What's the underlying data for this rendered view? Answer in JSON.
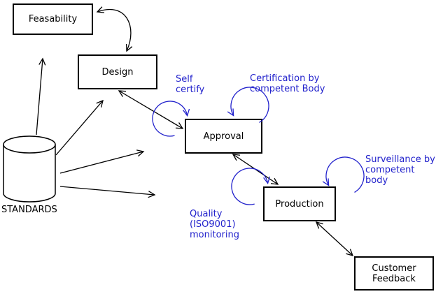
{
  "diagram": {
    "boxes": {
      "feasability": {
        "label": "Feasability"
      },
      "design": {
        "label": "Design"
      },
      "approval": {
        "label": "Approval"
      },
      "production": {
        "label": "Production"
      },
      "customer_feedback": {
        "label": "Customer Feedback"
      }
    },
    "cylinder": {
      "label": "STANDARDS"
    },
    "annotations": {
      "self_certify": {
        "label": "Self certify"
      },
      "certification": {
        "label": "Certification by competent Body"
      },
      "surveillance": {
        "label": "Surveillance by competent body"
      },
      "quality": {
        "label": "Quality (ISO9001) monitoring"
      }
    },
    "colors": {
      "line": "#000000",
      "accent": "#2222cc",
      "box_fill": "#ffffff"
    }
  }
}
